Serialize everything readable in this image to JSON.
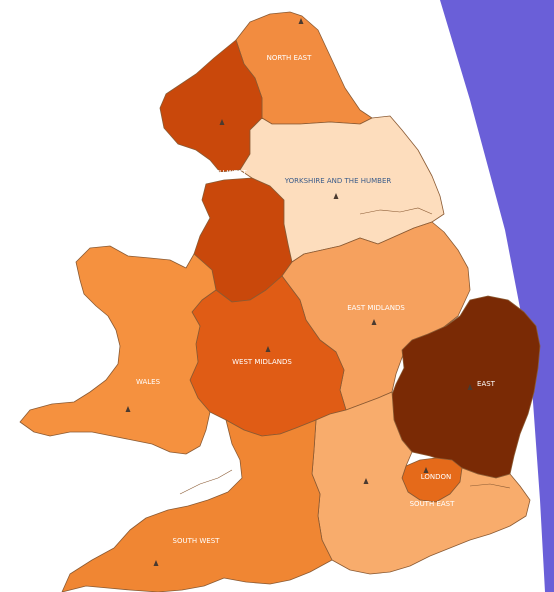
{
  "map": {
    "colors": {
      "accent_panel": "#6a5fd8",
      "background": "#ffffff",
      "border": "#8a5a33"
    },
    "regions": [
      {
        "id": "north-east",
        "label": "NORTH EAST",
        "fill": "#f28c40"
      },
      {
        "id": "north-west",
        "label": "URTH WEST",
        "fill": "#c9480b"
      },
      {
        "id": "yorkshire-and-the-humber",
        "label": "YORKSHIRE AND THE HUMBER",
        "fill": "#fdddbd"
      },
      {
        "id": "east-midlands",
        "label": "EAST MIDLANDS",
        "fill": "#f6a15e"
      },
      {
        "id": "west-midlands",
        "label": "WEST MIDLANDS",
        "fill": "#e05c15"
      },
      {
        "id": "wales",
        "label": "WALES",
        "fill": "#f5913f"
      },
      {
        "id": "east",
        "label": "EAST",
        "fill": "#7a2a05"
      },
      {
        "id": "london",
        "label": "LONDON",
        "fill": "#e56a1a"
      },
      {
        "id": "south-east",
        "label": "SOUTH EAST",
        "fill": "#f8ac6c"
      },
      {
        "id": "south-west",
        "label": "SOUTH WEST",
        "fill": "#f08633"
      }
    ]
  }
}
